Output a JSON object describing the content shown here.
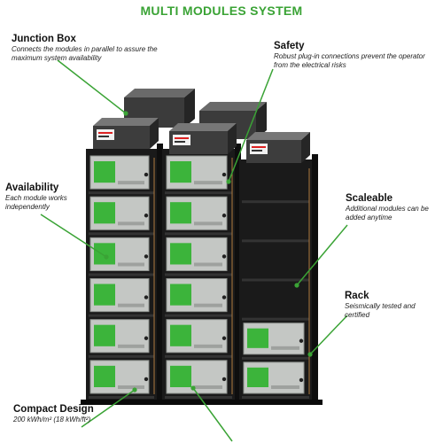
{
  "title": "MULTI MODULES SYSTEM",
  "colors": {
    "accent": "#3aa335",
    "rack": "#1a1a1a",
    "module_face": "#c4c7c4",
    "module_green": "#3cb43b",
    "pointer": "#3aa335"
  },
  "callouts": {
    "junction_box": {
      "heading": "Junction Box",
      "text": "Connects the modules in parallel to assure the maximum system availability"
    },
    "safety": {
      "heading": "Safety",
      "text": "Robust plug-in connections prevent the operator from the electrical risks"
    },
    "availability": {
      "heading": "Availability",
      "text": "Each module works independently"
    },
    "scaleable": {
      "heading": "Scaleable",
      "text": "Additional modules can be added anytime"
    },
    "rack": {
      "heading": "Rack",
      "text": "Seismically tested and certified"
    },
    "compact_design": {
      "heading": "Compact Design",
      "text": "200 kWh/m² (18 kWh/ft²)"
    }
  },
  "racks": [
    {
      "name": "left-rack",
      "modules": 6
    },
    {
      "name": "center-rack",
      "modules": 6
    },
    {
      "name": "right-rack",
      "modules": 2
    }
  ],
  "icons": [
    "junction-box-logo-icon"
  ]
}
